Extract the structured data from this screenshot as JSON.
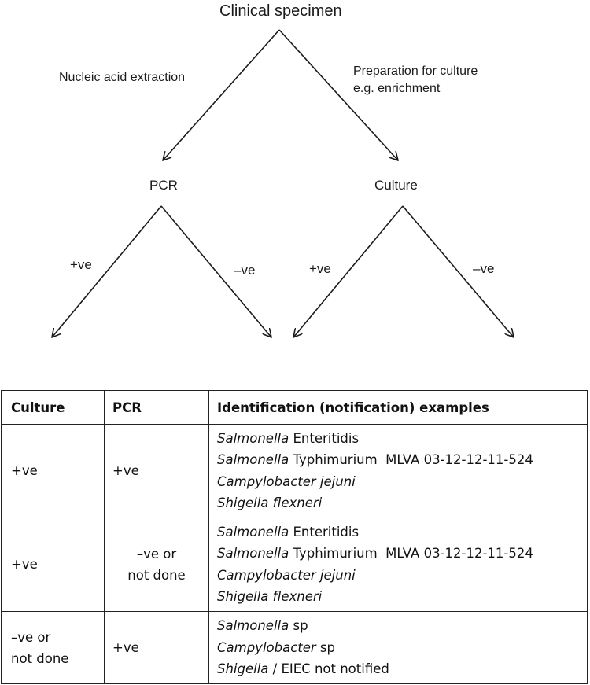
{
  "flowchart": {
    "root": "Clinical specimen",
    "left_edge_label": "Nucleic acid extraction",
    "right_edge_label": [
      "Preparation for culture",
      "e.g. enrichment"
    ],
    "left_node": "PCR",
    "right_node": "Culture",
    "pcr_positive_label": "+ve",
    "pcr_negative_label": "–ve",
    "culture_positive_label": "+ve",
    "culture_negative_label": "–ve"
  },
  "table": {
    "headers": {
      "culture": "Culture",
      "pcr": "PCR",
      "identification": "Identification (notification) examples"
    },
    "rows": [
      {
        "culture": [
          "+ve"
        ],
        "pcr": [
          "+ve"
        ],
        "identification": [
          {
            "genus": "Salmonella",
            "rest": " Enteritidis"
          },
          {
            "genus": "Salmonella",
            "rest": " Typhimurium  MLVA 03-12-12-11-524"
          },
          {
            "genus": "Campylobacter jejuni",
            "rest": ""
          },
          {
            "genus": "Shigella flexneri",
            "rest": ""
          }
        ]
      },
      {
        "culture": [
          "+ve"
        ],
        "pcr": [
          "–ve or",
          "not done"
        ],
        "identification": [
          {
            "genus": "Salmonella",
            "rest": " Enteritidis"
          },
          {
            "genus": "Salmonella",
            "rest": " Typhimurium  MLVA 03-12-12-11-524"
          },
          {
            "genus": "Campylobacter jejuni",
            "rest": ""
          },
          {
            "genus": "Shigella flexneri",
            "rest": ""
          }
        ]
      },
      {
        "culture": [
          "–ve or",
          "not done"
        ],
        "pcr": [
          "+ve"
        ],
        "identification": [
          {
            "genus": "Salmonella",
            "rest": " sp"
          },
          {
            "genus": "Campylobacter",
            "rest": " sp"
          },
          {
            "genus": "Shigella",
            "rest": " / EIEC not notified"
          }
        ]
      }
    ]
  }
}
